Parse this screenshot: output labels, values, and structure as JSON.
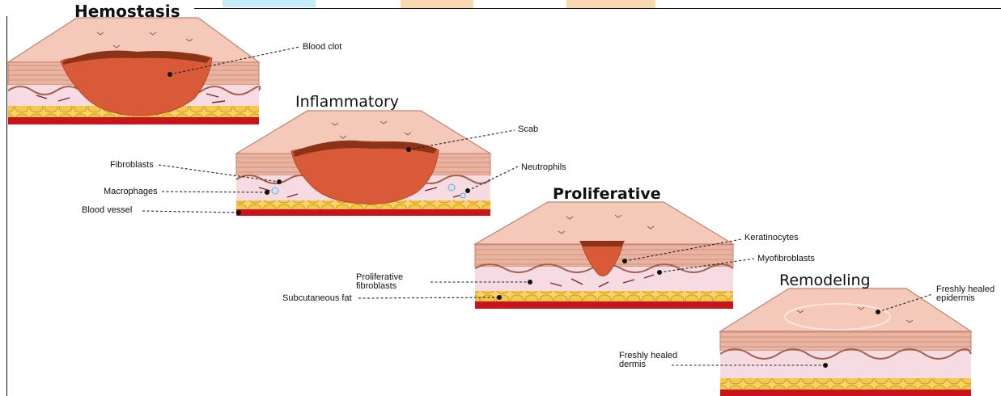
{
  "stages": [
    {
      "title": "Hemostasis",
      "labels": [
        "Blood clot"
      ]
    },
    {
      "title": "Inflammatory",
      "labels": [
        "Scab",
        "Neutrophils",
        "Fibroblasts",
        "Macrophages",
        "Blood vessel"
      ]
    },
    {
      "title": "Proliferative",
      "labels": [
        "Keratinocytes",
        "Myofibroblasts",
        "Proliferative",
        "fibroblasts",
        "Subcutaneous fat"
      ]
    },
    {
      "title": "Remodeling",
      "labels": [
        "Freshly healed",
        "epidermis",
        "Freshly healed",
        "dermis"
      ]
    }
  ],
  "colors": {
    "skin_top": "#f4c9b9",
    "skin_top_edge": "#c2836f",
    "epidermis": "#e9b3a0",
    "dermis": "#f6dbe2",
    "fat": "#f5c84a",
    "fat_edge": "#c99a1c",
    "vessel": "#c8141c",
    "wound": "#d95a38",
    "wound_dark": "#8a3316",
    "banner_blue": "#c6ecfb",
    "banner_orange": "#fbd9b0"
  }
}
